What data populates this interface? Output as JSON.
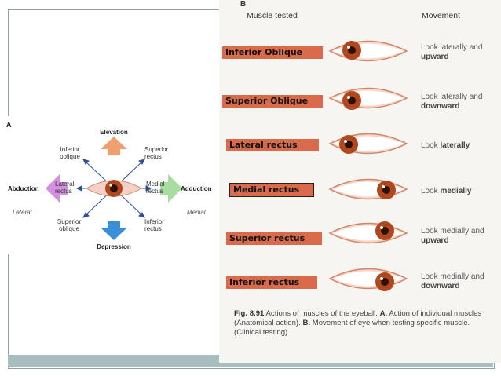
{
  "figure_a": {
    "label": "A",
    "elevation": "Elevation",
    "depression": "Depression",
    "abduction": "Abduction",
    "adduction": "Adduction",
    "lateral": "Lateral",
    "medial": "Medial",
    "inferior_oblique": "Inferior oblique",
    "superior_rectus": "Superior rectus",
    "lateral_rectus": "Lateral rectus",
    "medial_rectus": "Medial rectus",
    "superior_oblique": "Superior oblique",
    "inferior_rectus": "Inferior rectus"
  },
  "figure_b": {
    "label": "B",
    "header_muscle": "Muscle tested",
    "header_movement": "Movement",
    "rows": [
      {
        "muscle": "Inferior  Oblique",
        "movement_prefix": "Look laterally and",
        "movement_bold": "upward"
      },
      {
        "muscle": "Superior Oblique",
        "movement_prefix": "Look laterally and",
        "movement_bold": "downward"
      },
      {
        "muscle": "Lateral  rectus",
        "movement_prefix": "Look",
        "movement_bold": "laterally"
      },
      {
        "muscle": "Medial rectus",
        "movement_prefix": "Look",
        "movement_bold": "medially"
      },
      {
        "muscle": "Superior rectus",
        "movement_prefix": "Look medially and",
        "movement_bold": "upward"
      },
      {
        "muscle": "Inferior rectus",
        "movement_prefix": "Look medially and",
        "movement_bold": "downward"
      }
    ],
    "caption_fig": "Fig. 8.91",
    "caption_text1": "Actions of muscles of the eyeball.",
    "caption_a": "A.",
    "caption_text2": "Action of individual muscles (Anatomical action).",
    "caption_b": "B.",
    "caption_text3": "Movement of eye when testing specific muscle. (Clinical testing)."
  },
  "colors": {
    "tag": "#d96a4b",
    "iris": "#b0471e",
    "arrow_up": "#f0a070",
    "arrow_down": "#3a8fd8",
    "arrow_left": "#d58fe0",
    "arrow_right": "#a8dca0"
  }
}
